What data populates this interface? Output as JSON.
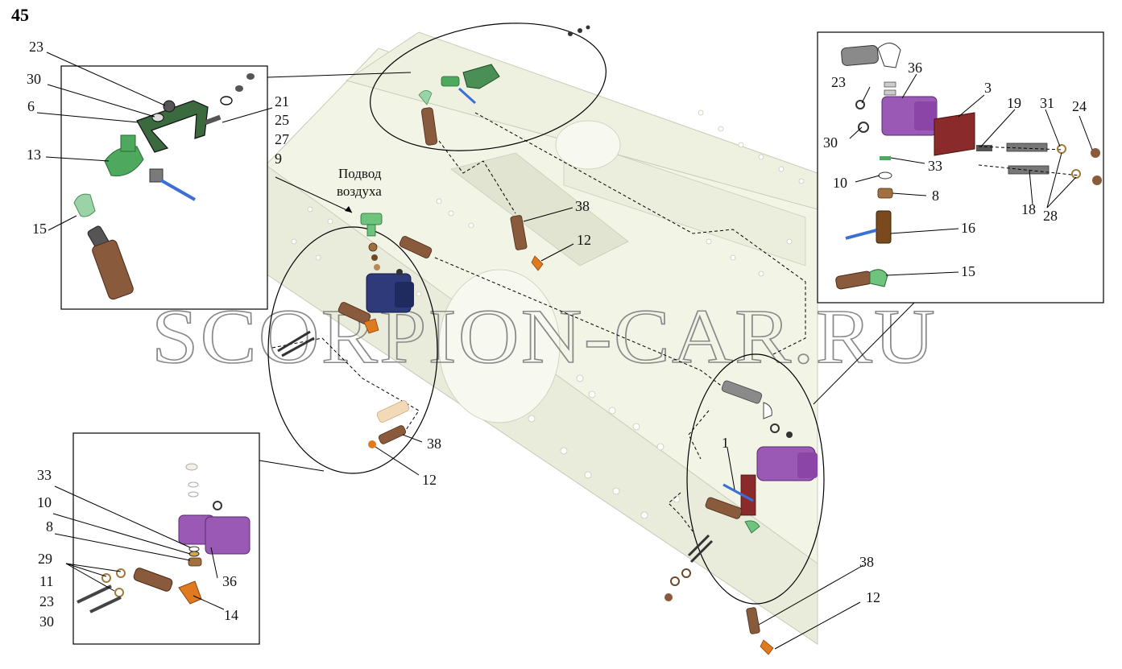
{
  "figure_number": "45",
  "watermark": "SCORPION-CAR.RU",
  "air_supply_label": [
    "Подвод",
    "воздуха"
  ],
  "colors": {
    "frame": "#f2f4e6",
    "bracket_green": "#4a8f55",
    "valve_purple": "#9b59b6",
    "valve_navy": "#2e3a7a",
    "fitting_orange": "#e07a1f",
    "hose_brown": "#8a5a3c",
    "bracket_red": "#8b2a2a",
    "tee_brown": "#7a4a1e",
    "tube_blue": "#3a6fd8"
  },
  "callouts": {
    "tl_23": "23",
    "tl_30": "30",
    "tl_6": "6",
    "tl_13": "13",
    "tl_15": "15",
    "tl_21": "21",
    "tl_25": "25",
    "tl_27": "27",
    "tl_9": "9",
    "c_38": "38",
    "c_12": "12",
    "tr_36": "36",
    "tr_23": "23",
    "tr_3": "3",
    "tr_19": "19",
    "tr_31": "31",
    "tr_24": "24",
    "tr_30": "30",
    "tr_33": "33",
    "tr_10": "10",
    "tr_8": "8",
    "tr_18": "18",
    "tr_28": "28",
    "tr_16": "16",
    "tr_15": "15",
    "m_38": "38",
    "m_12": "12",
    "bl_33": "33",
    "bl_10": "10",
    "bl_8": "8",
    "bl_29": "29",
    "bl_11": "11",
    "bl_23": "23",
    "bl_30": "30",
    "bl_36": "36",
    "bl_14": "14",
    "r_1": "1",
    "br_38": "38",
    "br_12": "12"
  }
}
